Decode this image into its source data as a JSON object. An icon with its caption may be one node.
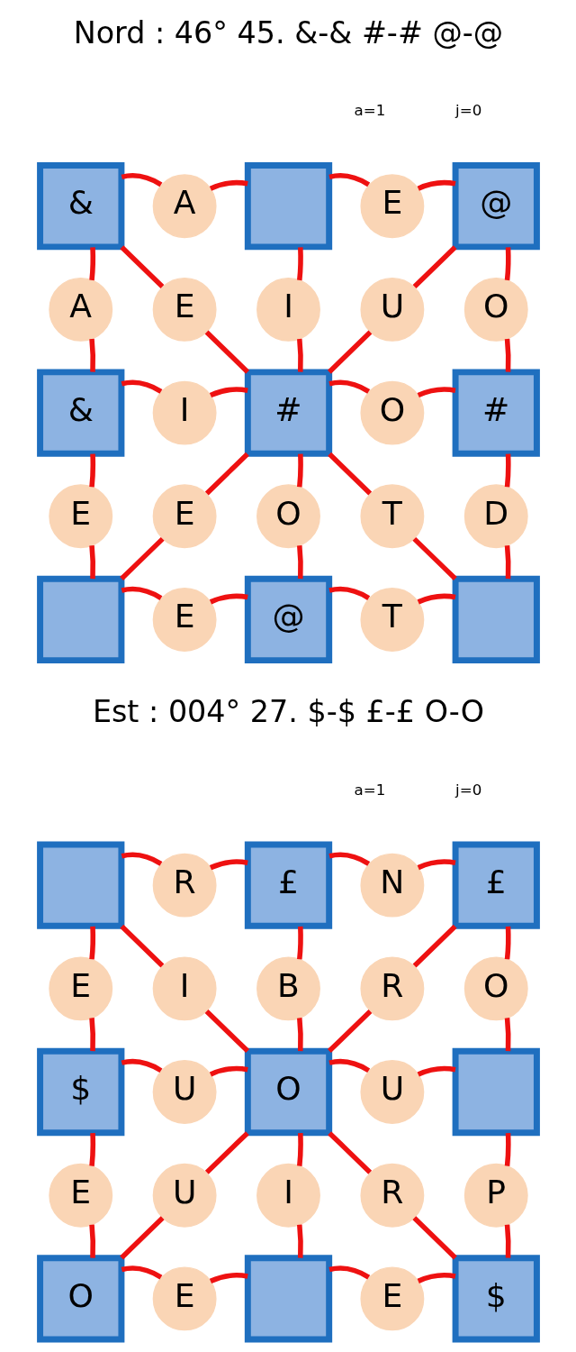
{
  "diagram": {
    "nodes": [
      {
        "text": [
          "&"
        ]
      },
      {
        "text": [
          "A"
        ]
      },
      {
        "text": [],
        "shape": "box"
      },
      {
        "text": [
          "E"
        ]
      },
      {
        "text": [
          "@"
        ]
      },
      {
        "text": [
          "A"
        ]
      },
      {
        "text": [
          "E"
        ]
      },
      {
        "text": [
          "I"
        ]
      },
      {
        "text": [
          "U"
        ]
      },
      {
        "text": [
          "O"
        ]
      },
      {
        "text": [
          "&"
        ]
      },
      {
        "text": [
          "I"
        ]
      },
      {
        "text": [
          "#"
        ]
      },
      {
        "text": [
          "O"
        ]
      },
      {
        "text": [
          "#"
        ]
      },
      {
        "text": [
          "E"
        ]
      },
      {
        "text": [
          "E"
        ]
      },
      {
        "text": [
          "O"
        ]
      },
      {
        "text": [
          "T"
        ]
      },
      {
        "text": [
          "D"
        ]
      },
      {
        "text": [],
        "shape": "box"
      },
      {
        "text": [
          "E"
        ]
      },
      {
        "text": [
          "@"
        ]
      },
      {
        "text": [
          "T"
        ]
      },
      {
        "text": [],
        "shape": "box"
      },
      {
        "text": [],
        "shape": "box"
      },
      {
        "text": [
          "R"
        ]
      },
      {
        "text": [
          "£"
        ]
      },
      {
        "text": [
          "N"
        ]
      },
      {
        "text": [
          "£"
        ]
      },
      {
        "text": [
          "E"
        ]
      },
      {
        "text": [
          "I"
        ]
      },
      {
        "text": [
          "B"
        ]
      },
      {
        "text": [
          "R"
        ]
      },
      {
        "text": [
          "O"
        ]
      },
      {
        "text": [
          "$"
        ]
      },
      {
        "text": [
          "U"
        ]
      },
      {
        "text": [
          "O"
        ]
      },
      {
        "text": [
          "U"
        ]
      },
      {
        "text": [],
        "shape": "box"
      },
      {
        "text": [
          "E"
        ]
      },
      {
        "text": [
          "U"
        ]
      },
      {
        "text": [
          "I"
        ]
      },
      {
        "text": [
          "R"
        ]
      },
      {
        "text": [
          "P"
        ]
      },
      {
        "text": [
          "O"
        ]
      },
      {
        "text": [
          "E"
        ]
      },
      {
        "text": [],
        "shape": "box"
      },
      {
        "text": [
          "E"
        ]
      },
      {
        "text": [
          "$"
        ]
      }
    ],
    "edges": [
      {
        "from": 0,
        "to": 1,
        "arrow": "none"
      },
      {
        "from": 1,
        "to": 2,
        "arrow": "none"
      },
      {
        "from": 2,
        "to": 3,
        "arrow": "none"
      },
      {
        "from": 3,
        "to": 4,
        "arrow": "none"
      },
      {
        "from": 0,
        "to": 5,
        "arrow": "none"
      },
      {
        "from": 5,
        "to": 10,
        "arrow": "none"
      },
      {
        "from": 0,
        "to": 6,
        "arrow": "none"
      },
      {
        "from": 6,
        "to": 12,
        "arrow": "none"
      },
      {
        "from": 2,
        "to": 7,
        "arrow": "none"
      },
      {
        "from": 7,
        "to": 12,
        "arrow": "none"
      },
      {
        "from": 4,
        "to": 8,
        "arrow": "none"
      },
      {
        "from": 8,
        "to": 12,
        "arrow": "none"
      },
      {
        "from": 4,
        "to": 9,
        "arrow": "none"
      },
      {
        "from": 9,
        "to": 14,
        "arrow": "none"
      },
      {
        "from": 10,
        "to": 11,
        "arrow": "none"
      },
      {
        "from": 11,
        "to": 12,
        "arrow": "none"
      },
      {
        "from": 12,
        "to": 13,
        "arrow": "none"
      },
      {
        "from": 13,
        "to": 14,
        "arrow": "none"
      },
      {
        "from": 10,
        "to": 15,
        "arrow": "none"
      },
      {
        "from": 15,
        "to": 20,
        "arrow": "none"
      },
      {
        "from": 12,
        "to": 16,
        "arrow": "none"
      },
      {
        "from": 16,
        "to": 20,
        "arrow": "none"
      },
      {
        "from": 12,
        "to": 17,
        "arrow": "none"
      },
      {
        "from": 17,
        "to": 22,
        "arrow": "none"
      },
      {
        "from": 12,
        "to": 18,
        "arrow": "none"
      },
      {
        "from": 18,
        "to": 24,
        "arrow": "none"
      },
      {
        "from": 14,
        "to": 19,
        "arrow": "none"
      },
      {
        "from": 19,
        "to": 24,
        "arrow": "none"
      },
      {
        "from": 20,
        "to": 21,
        "arrow": "none"
      },
      {
        "from": 21,
        "to": 22,
        "arrow": "none"
      },
      {
        "from": 22,
        "to": 23,
        "arrow": "none"
      },
      {
        "from": 23,
        "to": 24,
        "arrow": "none"
      },
      {
        "from": 25,
        "to": 26,
        "arrow": "none"
      },
      {
        "from": 26,
        "to": 27,
        "arrow": "none"
      },
      {
        "from": 27,
        "to": 28,
        "arrow": "none"
      },
      {
        "from": 28,
        "to": 29,
        "arrow": "none"
      },
      {
        "from": 25,
        "to": 30,
        "arrow": "none"
      },
      {
        "from": 30,
        "to": 35,
        "arrow": "none"
      },
      {
        "from": 25,
        "to": 31,
        "arrow": "none"
      },
      {
        "from": 31,
        "to": 37,
        "arrow": "none"
      },
      {
        "from": 27,
        "to": 32,
        "arrow": "none"
      },
      {
        "from": 32,
        "to": 37,
        "arrow": "none"
      },
      {
        "from": 29,
        "to": 33,
        "arrow": "none"
      },
      {
        "from": 33,
        "to": 37,
        "arrow": "none"
      },
      {
        "from": 29,
        "to": 34,
        "arrow": "none"
      },
      {
        "from": 34,
        "to": 39,
        "arrow": "none"
      },
      {
        "from": 35,
        "to": 36,
        "arrow": "none"
      },
      {
        "from": 36,
        "to": 37,
        "arrow": "none"
      },
      {
        "from": 37,
        "to": 38,
        "arrow": "none"
      },
      {
        "from": 38,
        "to": 39,
        "arrow": "none"
      },
      {
        "from": 35,
        "to": 40,
        "arrow": "none"
      },
      {
        "from": 40,
        "to": 45,
        "arrow": "none"
      },
      {
        "from": 37,
        "to": 41,
        "arrow": "none"
      },
      {
        "from": 41,
        "to": 45,
        "arrow": "none"
      },
      {
        "from": 37,
        "to": 42,
        "arrow": "none"
      },
      {
        "from": 42,
        "to": 47,
        "arrow": "none"
      },
      {
        "from": 37,
        "to": 43,
        "arrow": "none"
      },
      {
        "from": 43,
        "to": 49,
        "arrow": "none"
      },
      {
        "from": 39,
        "to": 44,
        "arrow": "none"
      },
      {
        "from": 44,
        "to": 49,
        "arrow": "none"
      },
      {
        "from": 45,
        "to": 46,
        "arrow": "none"
      },
      {
        "from": 46,
        "to": 47,
        "arrow": "none"
      },
      {
        "from": 47,
        "to": 48,
        "arrow": "none"
      },
      {
        "from": 48,
        "to": 49,
        "arrow": "none"
      }
    ],
    "labels": [
      "Nord : 46° 45. &-& #-# @-@",
      "a=1",
      "j=0",
      "Est : 004° 27. $-$ £-£ O-O",
      "a=1",
      "j=0"
    ]
  }
}
